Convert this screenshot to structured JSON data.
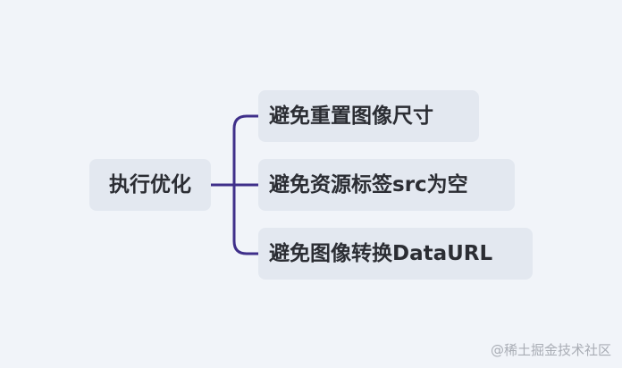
{
  "mindmap": {
    "root": {
      "label": "执行优化"
    },
    "children": [
      {
        "label": "避免重置图像尺寸"
      },
      {
        "label": "避免资源标签src为空"
      },
      {
        "label": "避免图像转换DataURL"
      }
    ]
  },
  "watermark": {
    "text": "@稀土掘金技术社区"
  },
  "colors": {
    "background": "#f1f4f9",
    "node_fill": "#e3e8f0",
    "connector": "#3f2f8a",
    "text": "#2b2d33"
  }
}
